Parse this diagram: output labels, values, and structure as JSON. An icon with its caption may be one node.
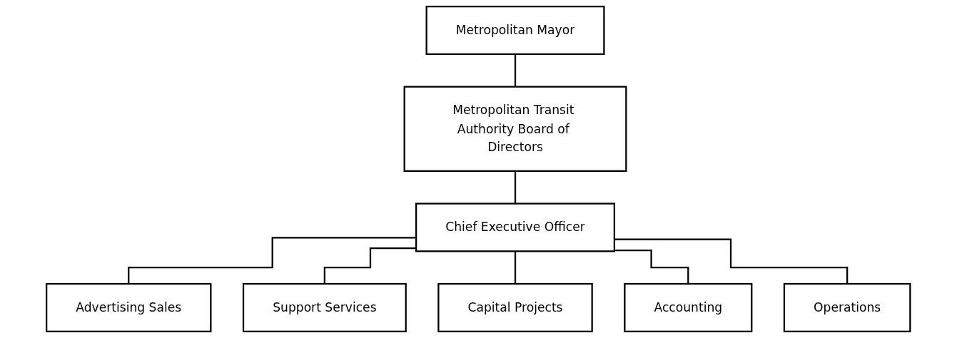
{
  "diagram": {
    "nodes": [
      {
        "text": [
          "Metropolitan Mayor"
        ]
      },
      {
        "text": [
          "Metropolitan Transit Authority Board of Directors"
        ]
      },
      {
        "text": [
          "Chief Executive Officer"
        ]
      },
      {
        "text": [
          "Advertising Sales"
        ]
      },
      {
        "text": [
          "Support Services"
        ]
      },
      {
        "text": [
          "Capital Projects"
        ]
      },
      {
        "text": [
          "Accounting"
        ]
      },
      {
        "text": [
          "Operations"
        ]
      }
    ],
    "edges": [
      {
        "from": 0,
        "to": 1,
        "arrow": "none"
      },
      {
        "from": 1,
        "to": 2,
        "arrow": "none"
      },
      {
        "from": 2,
        "to": 3,
        "arrow": "none"
      },
      {
        "from": 2,
        "to": 4,
        "arrow": "none"
      },
      {
        "from": 2,
        "to": 5,
        "arrow": "none"
      },
      {
        "from": 2,
        "to": 6,
        "arrow": "none"
      },
      {
        "from": 2,
        "to": 7,
        "arrow": "none"
      }
    ]
  }
}
